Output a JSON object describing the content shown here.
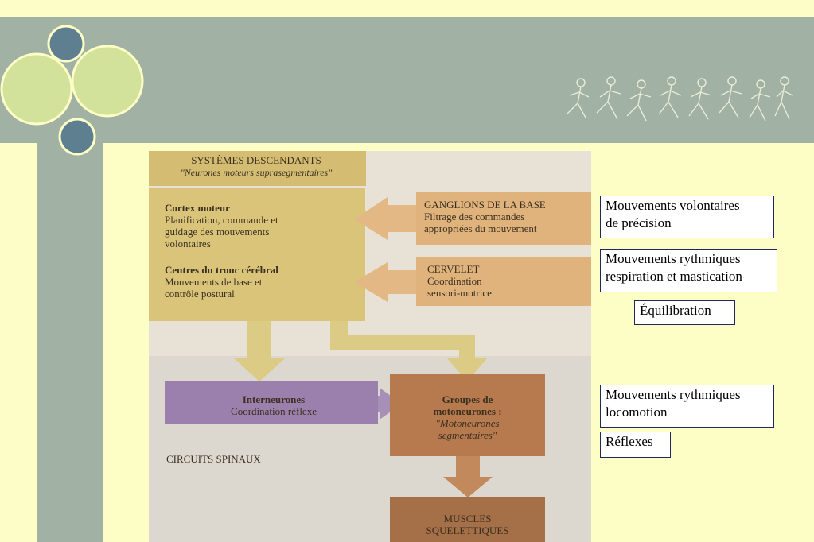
{
  "diagram": {
    "title": "SYSTÈMES DESCENDANTS",
    "subtitle": "\"Neurones moteurs suprasegmentaires\"",
    "cortex": {
      "heading": "Cortex moteur",
      "line1": "Planification, commande et",
      "line2": "guidage des mouvements",
      "line3": "volontaires"
    },
    "tronc": {
      "heading": "Centres du tronc cérébral",
      "line1": "Mouvements de base et",
      "line2": "contrôle postural"
    },
    "ganglions": {
      "heading": "GANGLIONS DE LA BASE",
      "line1": "Filtrage des commandes",
      "line2": "appropriées du mouvement"
    },
    "cervelet": {
      "heading": "CERVELET",
      "line1": "Coordination",
      "line2": "sensori-motrice"
    },
    "interneurones": {
      "heading": "Interneurones",
      "line1": "Coordination réflexe"
    },
    "groupes": {
      "heading1": "Groupes de",
      "heading2": "motoneurones :",
      "line1": "\"Motoneurones",
      "line2": "segmentaires\""
    },
    "circuits": "CIRCUITS SPINAUX",
    "muscles": {
      "line1": "MUSCLES",
      "line2": "SQUELETTIQUES"
    }
  },
  "labels": {
    "volontaires": [
      "Mouvements volontaires",
      "de précision"
    ],
    "rythmiques_resp": [
      "Mouvements rythmiques",
      "respiration et mastication"
    ],
    "equilibration": "Équilibration",
    "rythmiques_loco": [
      "Mouvements rythmiques",
      "locomotion"
    ],
    "reflexes": "Réflexes"
  },
  "colors": {
    "header": "#a1b1a3",
    "background": "#fdfdc6",
    "circle_green": "#d3e29a",
    "circle_blue": "#5d7f8f",
    "yellow_box": "#d9c47a",
    "orange_box": "#e0b27c",
    "purple_box": "#9b80ad",
    "brown_box": "#b77a4e"
  }
}
